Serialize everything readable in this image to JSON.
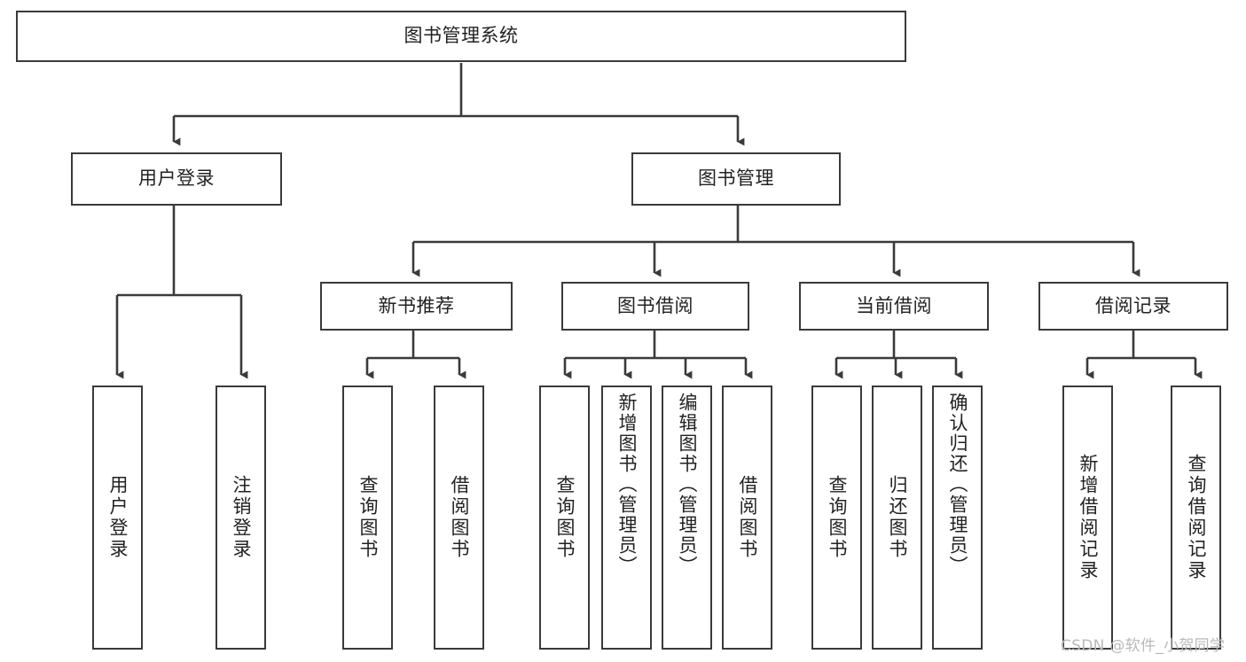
{
  "diagram": {
    "type": "tree-hierarchy",
    "title": "图书管理系统",
    "root": {
      "id": "root",
      "label": "图书管理系统",
      "orientation": "horizontal"
    },
    "level2": [
      {
        "id": "user-login",
        "label": "用户登录",
        "orientation": "horizontal"
      },
      {
        "id": "book-manage",
        "label": "图书管理",
        "orientation": "horizontal"
      }
    ],
    "level3": [
      {
        "id": "new-book-recommend",
        "label": "新书推荐",
        "orientation": "horizontal",
        "parent": "book-manage"
      },
      {
        "id": "book-borrow",
        "label": "图书借阅",
        "orientation": "horizontal",
        "parent": "book-manage"
      },
      {
        "id": "current-borrow",
        "label": "当前借阅",
        "orientation": "horizontal",
        "parent": "book-manage"
      },
      {
        "id": "borrow-record",
        "label": "借阅记录",
        "orientation": "horizontal",
        "parent": "book-manage"
      }
    ],
    "leaves": [
      {
        "id": "leaf-user-login",
        "label": "用户登录",
        "parent": "user-login",
        "orientation": "vertical"
      },
      {
        "id": "leaf-logout-login",
        "label": "注销登录",
        "parent": "user-login",
        "orientation": "vertical"
      },
      {
        "id": "leaf-query-book-1",
        "label": "查询图书",
        "parent": "new-book-recommend",
        "orientation": "vertical"
      },
      {
        "id": "leaf-borrow-book-1",
        "label": "借阅图书",
        "parent": "new-book-recommend",
        "orientation": "vertical"
      },
      {
        "id": "leaf-query-book-2",
        "label": "查询图书",
        "parent": "book-borrow",
        "orientation": "vertical"
      },
      {
        "id": "leaf-add-book",
        "label": "新增图书（管理员）",
        "parent": "book-borrow",
        "orientation": "vertical"
      },
      {
        "id": "leaf-edit-book",
        "label": "编辑图书（管理员）",
        "parent": "book-borrow",
        "orientation": "vertical"
      },
      {
        "id": "leaf-borrow-book-2",
        "label": "借阅图书",
        "parent": "book-borrow",
        "orientation": "vertical"
      },
      {
        "id": "leaf-query-book-3",
        "label": "查询图书",
        "parent": "current-borrow",
        "orientation": "vertical"
      },
      {
        "id": "leaf-return-book",
        "label": "归还图书",
        "parent": "current-borrow",
        "orientation": "vertical"
      },
      {
        "id": "leaf-confirm-return",
        "label": "确认归还（管理员）",
        "parent": "current-borrow",
        "orientation": "vertical"
      },
      {
        "id": "leaf-add-record",
        "label": "新增借阅记录",
        "parent": "borrow-record",
        "orientation": "vertical"
      },
      {
        "id": "leaf-query-record",
        "label": "查询借阅记录",
        "parent": "borrow-record",
        "orientation": "vertical"
      }
    ],
    "colors": {
      "stroke": "#3a3a3a",
      "fill": "#ffffff",
      "text": "#222222",
      "watermark": "#b9b9b9"
    }
  },
  "watermark": {
    "text": "CSDN @软件_小贺同学"
  }
}
